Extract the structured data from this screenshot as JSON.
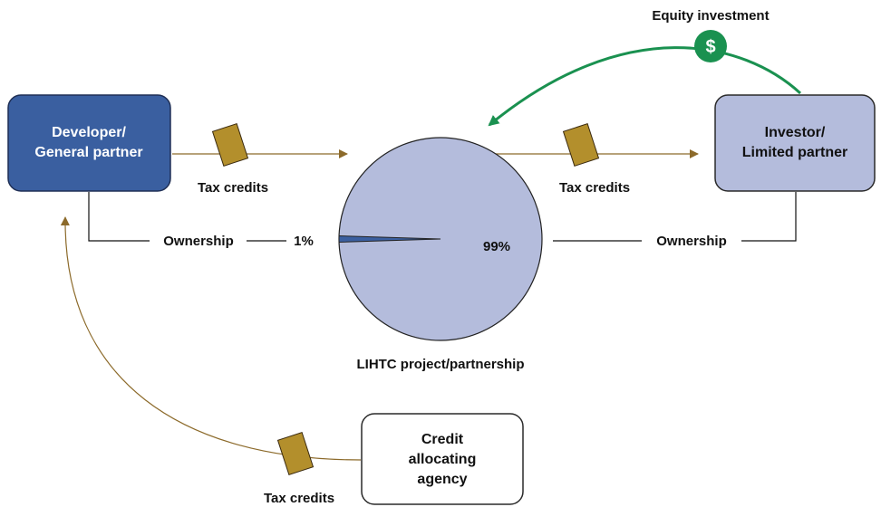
{
  "nodes": {
    "developer": {
      "line1": "Developer/",
      "line2": "General partner"
    },
    "investor": {
      "line1": "Investor/",
      "line2": "Limited partner"
    },
    "agency": {
      "line1": "Credit",
      "line2": "allocating",
      "line3": "agency"
    },
    "project": {
      "label": "LIHTC project/partnership"
    }
  },
  "labels": {
    "equity_investment": "Equity investment",
    "dollar_symbol": "$",
    "tax_credits_left": "Tax credits",
    "tax_credits_right": "Tax credits",
    "tax_credits_bottom": "Tax credits",
    "ownership_left": "Ownership",
    "ownership_right": "Ownership"
  },
  "ownership_split": {
    "general_partner_pct_label": "1%",
    "limited_partner_pct_label": "99%",
    "general_partner_share": 0.01,
    "limited_partner_share": 0.99
  },
  "colors": {
    "developer_fill": "#3a5fa0",
    "investor_fill": "#b4bcdc",
    "pie_fill": "#b4bcdc",
    "pie_slice_fill": "#3a5fa0",
    "tax_credit_fill": "#b38f2c",
    "tax_credit_arrow": "#8c6a2a",
    "equity_arrow": "#1a9150",
    "ownership_line": "#111111"
  },
  "icons": {
    "tax_credit": "tax-credit-certificate-icon",
    "dollar": "dollar-coin-icon"
  }
}
